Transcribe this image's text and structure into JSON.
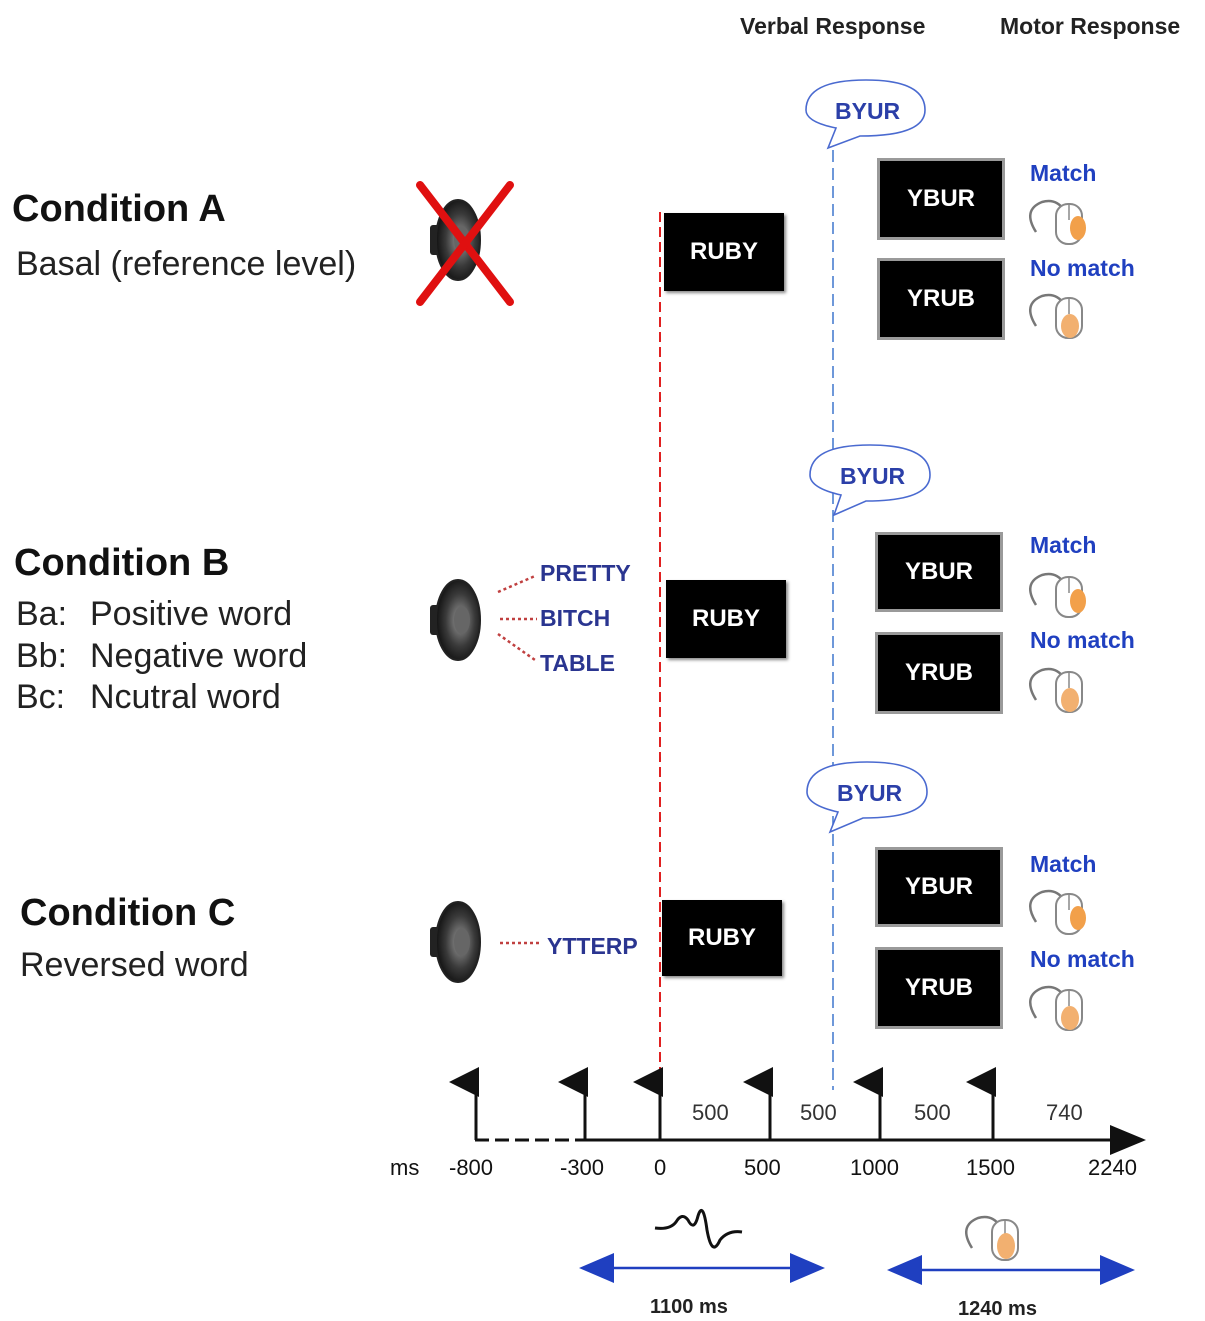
{
  "headers": {
    "verbal": "Verbal Response",
    "motor": "Motor Response"
  },
  "conditions": {
    "a": {
      "title": "Condition A",
      "lines": [
        "Basal (reference level)"
      ]
    },
    "b": {
      "title": "Condition B",
      "lines": [
        {
          "code": "Ba:",
          "text": "Positive word"
        },
        {
          "code": "Bb:",
          "text": "Negative word"
        },
        {
          "code": "Bc:",
          "text": "Ncutral word"
        }
      ]
    },
    "c": {
      "title": "Condition C",
      "lines": [
        "Reversed word"
      ]
    }
  },
  "words_b": [
    "PRETTY",
    "BITCH",
    "TABLE"
  ],
  "word_c": "YTTERP",
  "stimulus": "RUBY",
  "verbal_response": "BYUR",
  "choices": {
    "match_word": "YBUR",
    "nomatch_word": "YRUB",
    "match_label": "Match",
    "nomatch_label": "No match"
  },
  "timeline": {
    "unit": "ms",
    "ticks": [
      "-800",
      "-300",
      "0",
      "500",
      "1000",
      "1500",
      "2240"
    ],
    "intervals": [
      "500",
      "500",
      "500",
      "740"
    ],
    "durations": [
      "1100 ms",
      "1240 ms"
    ]
  },
  "colors": {
    "stimulus_line": "#e02020",
    "response_line": "#4a7fd0",
    "arrow": "#1f3fc0",
    "cross": "#e01010",
    "accent_text": "#2040c0"
  },
  "icons": [
    "speaker-icon",
    "mouse-hand-icon",
    "erp-wave-icon",
    "speech-bubble-icon"
  ]
}
